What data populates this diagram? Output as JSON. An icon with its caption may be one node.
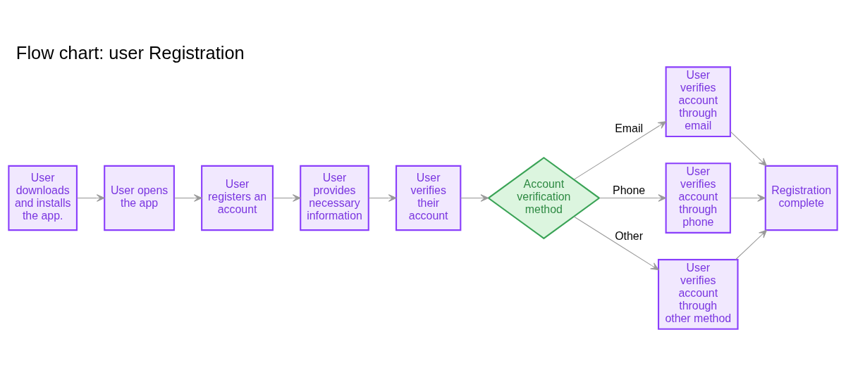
{
  "diagram": {
    "title": "Flow chart: user Registration",
    "nodes": [
      {
        "text": [
          "User downloads and installs the app."
        ]
      },
      {
        "text": [
          "User opens the app"
        ]
      },
      {
        "text": [
          "User registers an account"
        ]
      },
      {
        "text": [
          "User provides necessary information"
        ]
      },
      {
        "text": [
          "User verifies their account"
        ]
      },
      {
        "text": [
          "Account verification method"
        ]
      },
      {
        "text": [
          "User verifies account through email"
        ]
      },
      {
        "text": [
          "User verifies account through phone"
        ]
      },
      {
        "text": [
          "User verifies account through other method"
        ]
      },
      {
        "text": [
          "Registration complete"
        ]
      }
    ],
    "edges": [
      {
        "from": 0,
        "to": 1,
        "arrow": "to"
      },
      {
        "from": 1,
        "to": 2,
        "arrow": "to"
      },
      {
        "from": 2,
        "to": 3,
        "arrow": "to"
      },
      {
        "from": 3,
        "to": 4,
        "arrow": "to"
      },
      {
        "from": 4,
        "to": 5,
        "arrow": "to"
      },
      {
        "from": 5,
        "to": 6,
        "arrow": "to",
        "label": "Email"
      },
      {
        "from": 5,
        "to": 7,
        "arrow": "to",
        "label": "Phone"
      },
      {
        "from": 5,
        "to": 8,
        "arrow": "to",
        "label": "Other"
      },
      {
        "from": 6,
        "to": 9,
        "arrow": "to"
      },
      {
        "from": 7,
        "to": 9,
        "arrow": "to"
      },
      {
        "from": 8,
        "to": 9,
        "arrow": "to"
      }
    ]
  }
}
